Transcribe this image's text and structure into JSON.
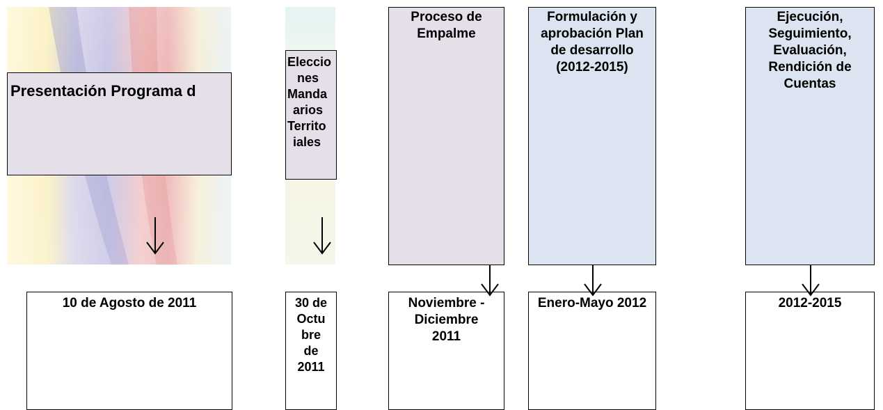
{
  "stages": [
    {
      "id": "presentacion",
      "label": "Presentación Programa d",
      "date": "10 de Agosto de 2011"
    },
    {
      "id": "elecciones",
      "label": "Eleccio nes Manda arios Territo iales",
      "date": "30 de Octu bre de 2011"
    },
    {
      "id": "empalme",
      "label": "Proceso de Empalme",
      "date": "Noviembre - Diciembre 2011"
    },
    {
      "id": "plan",
      "label": "Formulación y aprobación Plan de desarrollo (2012-2015)",
      "date": "Enero-Mayo 2012"
    },
    {
      "id": "ejecucion",
      "label": "Ejecución, Seguimiento, Evaluación, Rendición de Cuentas",
      "date": "2012-2015"
    }
  ],
  "colors": {
    "stage_fill_lilac": "#e5dfea",
    "stage_fill_blue": "#dbe4f0",
    "border": "#000000",
    "date_fill": "#ffffff"
  },
  "icons": [
    "down-arrow-icon"
  ]
}
